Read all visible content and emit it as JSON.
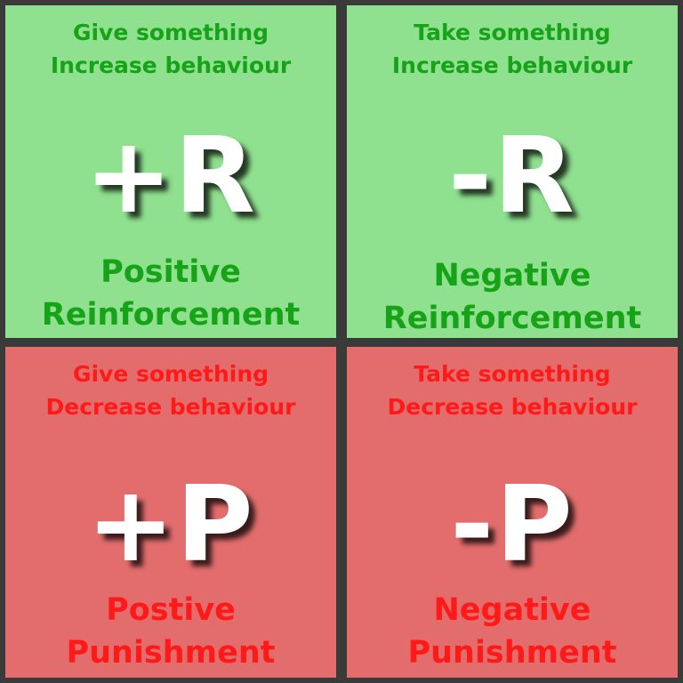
{
  "quadrants": {
    "top_left": {
      "line1": "Give something",
      "line2": "Increase behaviour",
      "symbol": "+R",
      "name1": "Positive",
      "name2": "Reinforcement",
      "background": "#8fe08f",
      "text_color": "#17a317"
    },
    "top_right": {
      "line1": "Take something",
      "line2": "Increase behaviour",
      "symbol": "-R",
      "name1": "Negative",
      "name2": "Reinforcement",
      "background": "#8fe08f",
      "text_color": "#17a317"
    },
    "bottom_left": {
      "line1": "Give something",
      "line2": "Decrease behaviour",
      "symbol": "+P",
      "name1": "Postive",
      "name2": "Punishment",
      "background": "#e36d6d",
      "text_color": "#ff1a1a"
    },
    "bottom_right": {
      "line1": "Take something",
      "line2": "Decrease behaviour",
      "symbol": "-P",
      "name1": "Negative",
      "name2": "Punishment",
      "background": "#e36d6d",
      "text_color": "#ff1a1a"
    }
  },
  "border_color": "#3a3a3a"
}
